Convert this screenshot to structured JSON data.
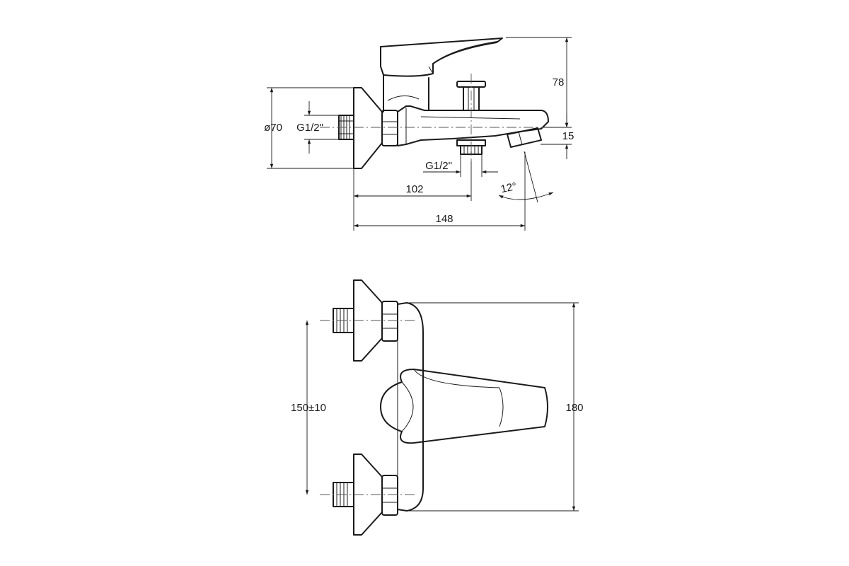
{
  "side_view": {
    "dims": {
      "height_top": "78",
      "spout_drop": "15",
      "flange_diameter": "ø70",
      "inlet_thread": "G1/2\"",
      "outlet_thread": "G1/2\"",
      "outlet_offset": "102",
      "total_depth": "148",
      "spout_angle": "12°"
    }
  },
  "front_view": {
    "dims": {
      "inlet_spacing": "150±10",
      "total_height": "180"
    }
  }
}
